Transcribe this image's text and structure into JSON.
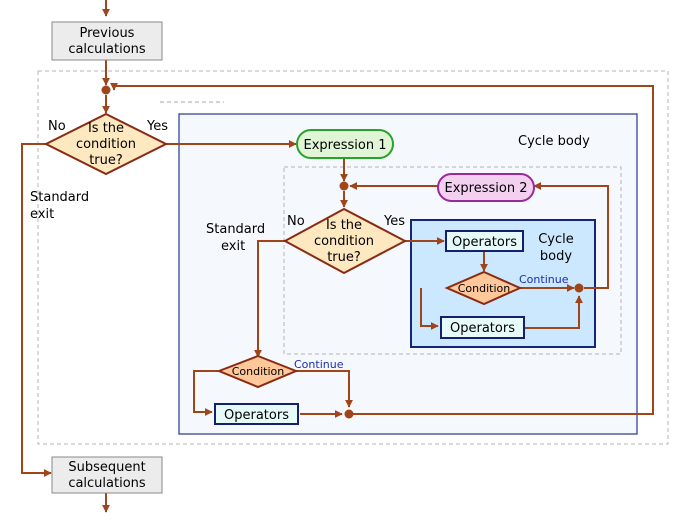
{
  "nodes": {
    "previous": [
      "Previous",
      "calculations"
    ],
    "subsequent": [
      "Subsequent",
      "calculations"
    ],
    "outer_condition": [
      "Is the",
      "condition",
      "true?"
    ],
    "inner_condition": [
      "Is the",
      "condition",
      "true?"
    ],
    "expression1": "Expression 1",
    "expression2": "Expression 2",
    "outer_operators": "Operators",
    "inner_operators_top": "Operators",
    "inner_operators_bottom": "Operators",
    "outer_condition_small": "Condition",
    "inner_condition_small": "Condition"
  },
  "labels": {
    "outer_no": "No",
    "outer_yes": "Yes",
    "inner_no": "No",
    "inner_yes": "Yes",
    "outer_standard_exit": [
      "Standard",
      "exit"
    ],
    "inner_standard_exit": [
      "Standard",
      "exit"
    ],
    "outer_cycle_body": "Cycle body",
    "inner_cycle_body": [
      "Cycle",
      "body"
    ],
    "outer_continue": "Continue",
    "inner_continue": "Continue"
  },
  "colors": {
    "arrow": "#a0441a",
    "diamond_fill": "#fde8c0",
    "diamond_stroke": "#8a2a12",
    "small_diamond_fill": "#ffc89a",
    "gray_box_fill": "#ececec",
    "outer_cycle_fill": "#f5f8fd",
    "outer_cycle_stroke": "#1f3a8a",
    "inner_cycle_fill": "#cce8ff",
    "inner_cycle_stroke": "#14257a",
    "expression1_fill": "#dff5d5",
    "expression1_stroke": "#27a32c",
    "expression2_fill": "#f3cff0",
    "expression2_stroke": "#9a2a9a",
    "operators_fill": "#e6fbf8",
    "operators_stroke": "#13206e",
    "continue_text": "#1a2fb0"
  }
}
